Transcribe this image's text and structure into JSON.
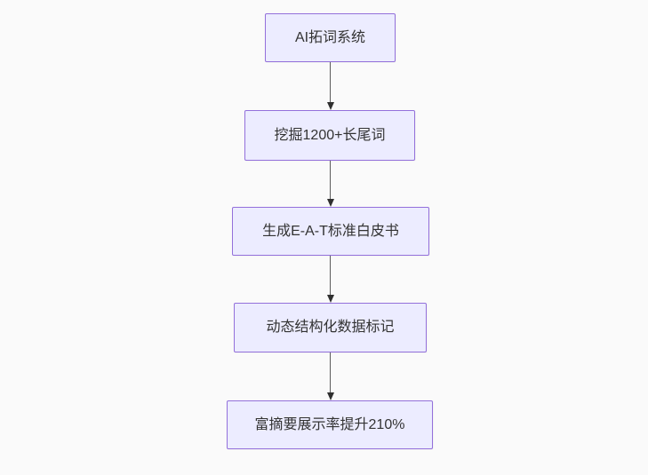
{
  "flowchart": {
    "type": "flowchart-vertical",
    "background_color": "#fafafa",
    "node_fill_color": "#ececff",
    "node_border_color": "#9370db",
    "node_text_color": "#333333",
    "arrow_color": "#333333",
    "nodes": [
      {
        "label": "AI拓词系统"
      },
      {
        "label": "挖掘1200+长尾词"
      },
      {
        "label": "生成E-A-T标准白皮书"
      },
      {
        "label": "动态结构化数据标记"
      },
      {
        "label": "富摘要展示率提升210%"
      }
    ],
    "edges": [
      {
        "from": 0,
        "to": 1
      },
      {
        "from": 1,
        "to": 2
      },
      {
        "from": 2,
        "to": 3
      },
      {
        "from": 3,
        "to": 4
      }
    ]
  }
}
